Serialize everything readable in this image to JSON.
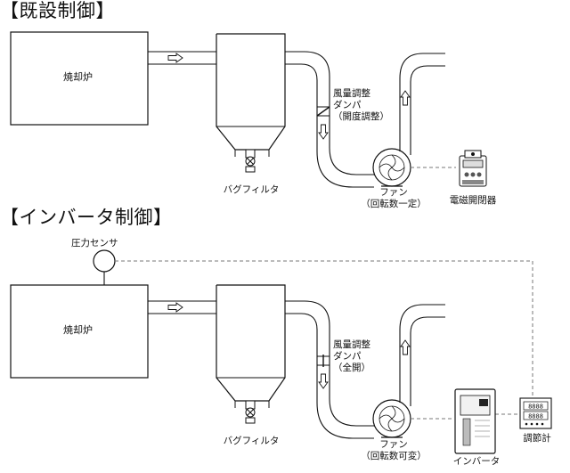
{
  "sections": [
    {
      "title": "【既設制御】",
      "furnace_label": "焼却炉",
      "filter_label": "バグフィルタ",
      "damper_label": "風量調整\nダンパ\n（開度調整）",
      "fan_label": "ファン\n（回転数一定）",
      "controller_label": "電磁開閉器"
    },
    {
      "title": "【インバータ制御】",
      "sensor_label": "圧力センサ",
      "furnace_label": "焼却炉",
      "filter_label": "バグフィルタ",
      "damper_label": "風量調整\nダンパ\n（全開）",
      "fan_label": "ファン\n（回転数可変）",
      "inverter_label": "インバータ",
      "controller_label": "調節計",
      "controller_display_top": "8888",
      "controller_display_bottom": "8888"
    }
  ]
}
